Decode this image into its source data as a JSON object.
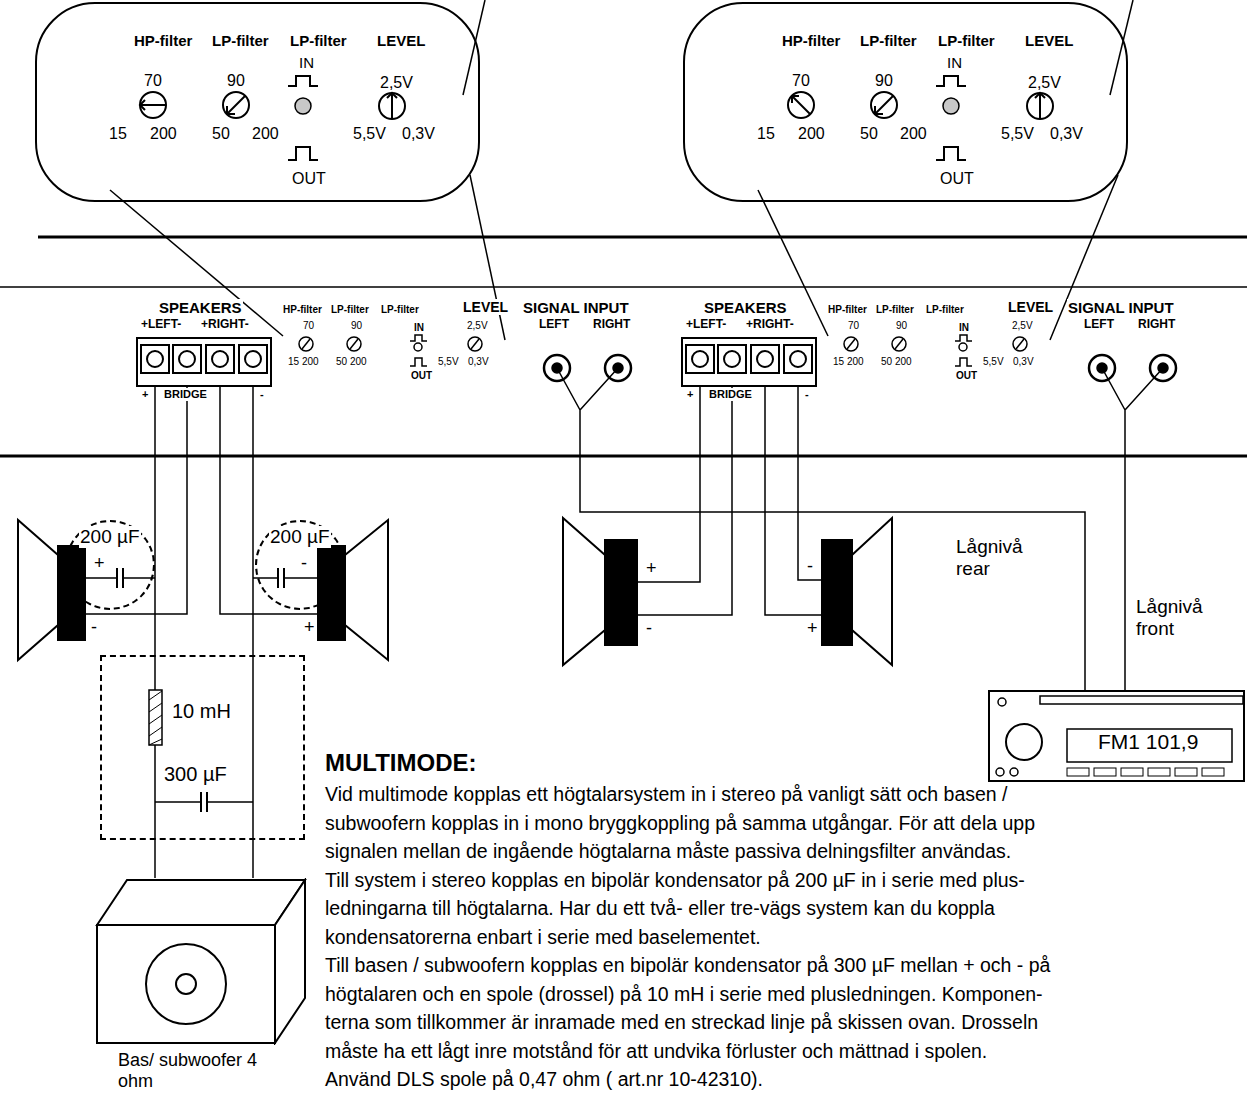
{
  "diagram": {
    "nodes": [
      {
        "text": [
          "HP-filter",
          "LP-filter",
          "LP-filter",
          "LEVEL",
          "70",
          "90",
          "IN",
          "2,5V",
          "15",
          "200",
          "50",
          "200",
          "5,5V",
          "0,3V",
          "OUT"
        ]
      },
      {
        "text": [
          "HP-filter",
          "LP-filter",
          "LP-filter",
          "LEVEL",
          "70",
          "90",
          "IN",
          "2,5V",
          "15",
          "200",
          "50",
          "200",
          "5,5V",
          "0,3V",
          "OUT"
        ]
      },
      {
        "text": [
          "200 µF"
        ]
      },
      {
        "text": [
          "200 µF"
        ]
      },
      {
        "text": [
          "10 mH",
          "300 µF"
        ]
      },
      {
        "text": [
          "Bas/ subwoofer 4 ohm"
        ]
      },
      {
        "text": [
          "FM1 101,9"
        ]
      }
    ],
    "edges": [
      {
        "from": 4,
        "to": 5,
        "arrow": "none"
      },
      {
        "from": 4,
        "to": 5,
        "arrow": "none"
      }
    ],
    "labels": [
      "SPEAKERS",
      "+LEFT-",
      "+RIGHT-",
      "HP-filter",
      "LP-filter",
      "LP-filter",
      "IN",
      "LEVEL",
      "SIGNAL INPUT",
      "LEFT",
      "RIGHT",
      "70",
      "90",
      "2,5V",
      "15 200",
      "50 200",
      "5,5V",
      "0,3V",
      "+",
      "BRIDGE",
      "-",
      "OUT",
      "SPEAKERS",
      "+LEFT-",
      "+RIGHT-",
      "HP-filter",
      "LP-filter",
      "LP-filter",
      "IN",
      "LEVEL",
      "SIGNAL INPUT",
      "LEFT",
      "RIGHT",
      "70",
      "90",
      "2,5V",
      "15 200",
      "50 200",
      "5,5V",
      "0,3V",
      "+",
      "BRIDGE",
      "-",
      "OUT",
      "+",
      "-",
      "-",
      "+",
      "+",
      "-",
      "-",
      "+",
      "Lågnivå rear",
      "Lågnivå front",
      "MULTIMODE:",
      "Vid multimode kopplas ett högtalarsystem in i stereo på vanligt sätt och basen /",
      "subwoofern kopplas in i mono bryggkoppling på samma utgångar. För att dela upp",
      "signalen mellan de ingående högtalarna måste passiva delningsfilter användas.",
      "Till system i stereo kopplas en bipolär kondensator på 200 µF in i serie med plus-",
      "ledningarna till högtalarna. Har du ett två- eller tre-vägs system kan du koppla",
      "kondensatorerna enbart i serie med baselementet.",
      "Till basen / subwoofern kopplas en bipolär kondensator på 300 µF mellan + och - på",
      "högtalaren och en spole (drossel) på 10 mH i serie med plusledningen. Komponen-",
      "terna som tillkommer är inramade med en streckad linje på skissen ovan. Drosseln",
      "måste ha ett lågt inre motstånd för att undvika förluster och mättnad i spolen.",
      "Använd DLS spole på 0,47 ohm ( art.nr 10-42310)."
    ]
  }
}
